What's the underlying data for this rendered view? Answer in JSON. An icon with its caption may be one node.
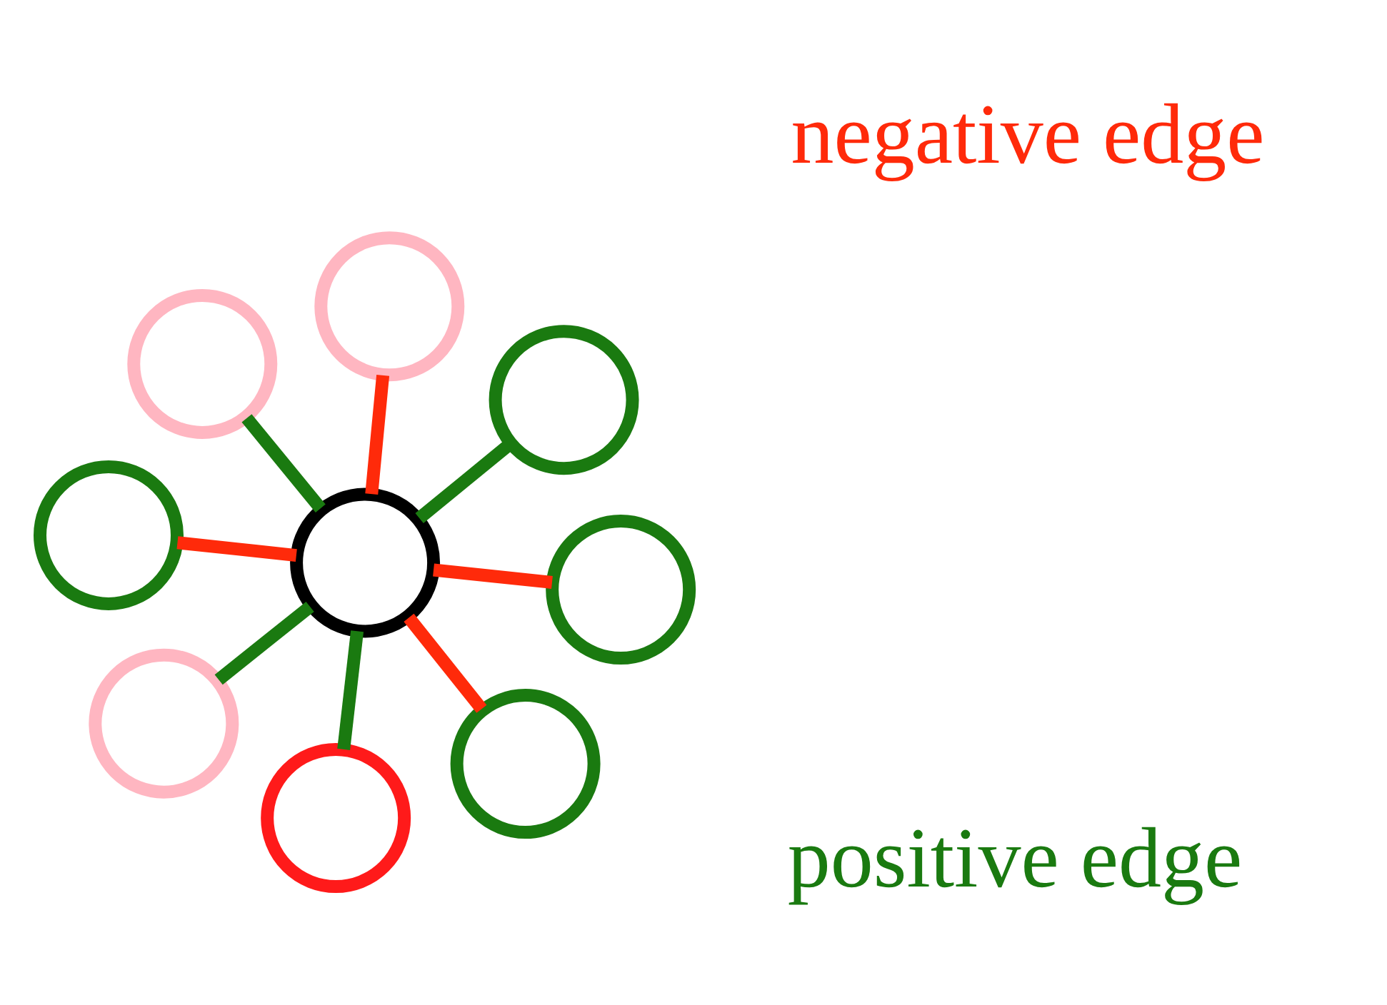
{
  "diagram": {
    "nodes": [
      {
        "text": [],
        "shape": "circle"
      },
      {
        "text": [],
        "shape": "circle"
      },
      {
        "text": [],
        "shape": "circle"
      },
      {
        "text": [],
        "shape": "circle"
      },
      {
        "text": [],
        "shape": "circle"
      },
      {
        "text": [],
        "shape": "circle"
      },
      {
        "text": [],
        "shape": "circle"
      },
      {
        "text": [],
        "shape": "circle"
      },
      {
        "text": [],
        "shape": "circle"
      }
    ],
    "edges": [
      {
        "from": 7,
        "to": 0,
        "arrow": "none",
        "color": "#ff2a0a"
      },
      {
        "from": 7,
        "to": 3,
        "arrow": "none",
        "color": "#ff2a0a"
      },
      {
        "from": 7,
        "to": 1,
        "arrow": "none",
        "color": "#ff2a0a"
      },
      {
        "from": 7,
        "to": 2,
        "arrow": "none",
        "color": "#ff2a0a"
      },
      {
        "from": 7,
        "to": 5,
        "arrow": "none",
        "color": "#1a7a10"
      },
      {
        "from": 7,
        "to": 6,
        "arrow": "none",
        "color": "#1a7a10"
      },
      {
        "from": 7,
        "to": 4,
        "arrow": "none",
        "color": "#1a7a10"
      },
      {
        "from": 7,
        "to": 8,
        "arrow": "none",
        "color": "#1a7a10"
      }
    ],
    "labels": [
      "negative edge",
      "positive edge"
    ]
  }
}
